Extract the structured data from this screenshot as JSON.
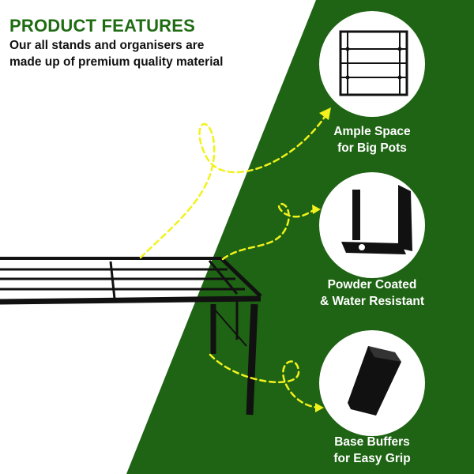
{
  "header": {
    "title": "PRODUCT FEATURES",
    "subtitle_line1": "Our all stands and organisers are",
    "subtitle_line2": "made up of premium quality material"
  },
  "features": [
    {
      "icon": "shelf-grid-icon",
      "line1": "Ample Space",
      "line2": "for Big Pots"
    },
    {
      "icon": "angle-bracket-icon",
      "line1": "Powder Coated",
      "line2": "& Water Resistant"
    },
    {
      "icon": "rubber-buffer-icon",
      "line1": "Base Buffers",
      "line2": "for Easy Grip"
    }
  ],
  "colors": {
    "background": "#ffffff",
    "panel_green": "#1f6414",
    "heading_green": "#1e6b12",
    "arrow_yellow": "#f2f21c",
    "metal": "#111111"
  }
}
